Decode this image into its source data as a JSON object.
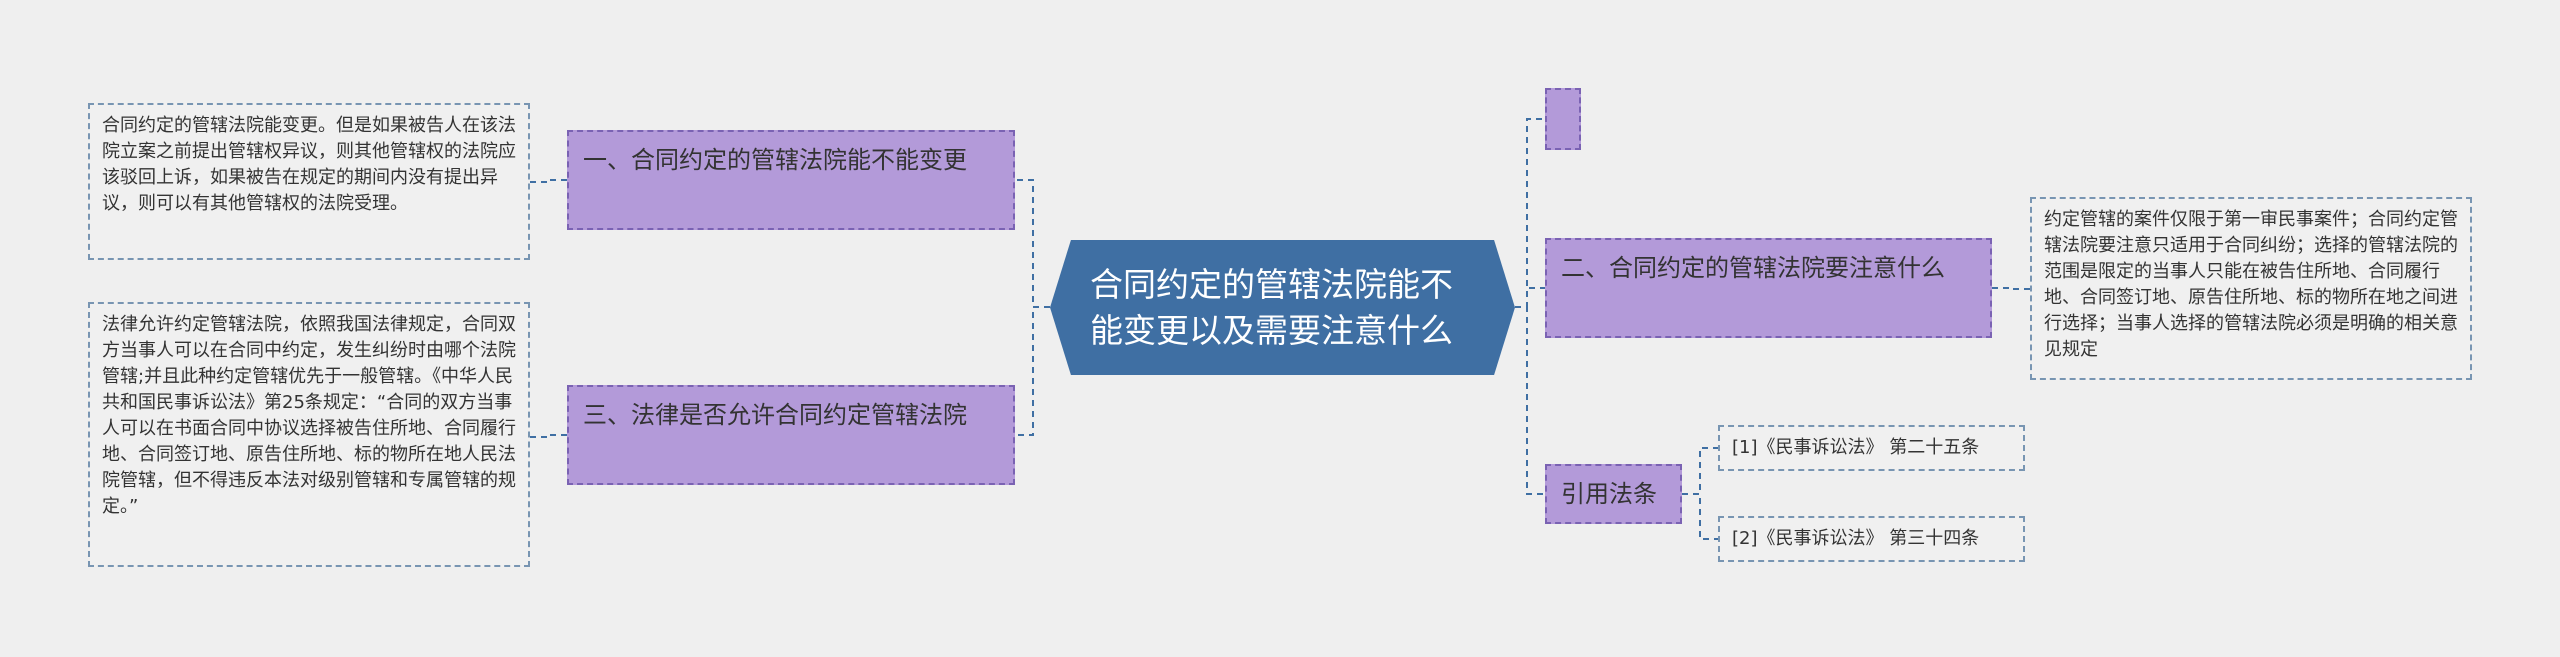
{
  "root": {
    "title": "合同约定的管辖法院能不能变更以及需要注意什么"
  },
  "topics": {
    "t1": {
      "label": "一、合同约定的管辖法院能不能变更"
    },
    "t2": {
      "label": "二、合同约定的管辖法院要注意什么"
    },
    "t3": {
      "label": "三、法律是否允许合同约定管辖法院"
    },
    "t4": {
      "label": "引用法条"
    },
    "t5": {
      "label": ""
    }
  },
  "leaves": {
    "l1": "合同约定的管辖法院能变更。但是如果被告人在该法院立案之前提出管辖权异议，则其他管辖权的法院应该驳回上诉，如果被告在规定的期间内没有提出异议，则可以有其他管辖权的法院受理。",
    "l2": "约定管辖的案件仅限于第一审民事案件；合同约定管辖法院要注意只适用于合同纠纷；选择的管辖法院的范围是限定的当事人只能在被告住所地、合同履行地、合同签订地、原告住所地、标的物所在地之间进行选择；当事人选择的管辖法院必须是明确的相关意见规定",
    "l3": "法律允许约定管辖法院，依照我国法律规定，合同双方当事人可以在合同中约定，发生纠纷时由哪个法院管辖;并且此种约定管辖优先于一般管辖。《中华人民共和国民事诉讼法》第25条规定：“合同的双方当事人可以在书面合同中协议选择被告住所地、合同履行地、合同签订地、原告住所地、标的物所在地人民法院管辖，但不得违反本法对级别管辖和专属管辖的规定。”",
    "ref1": "[1]《民事诉讼法》 第二十五条",
    "ref2": "[2]《民事诉讼法》 第三十四条"
  },
  "colors": {
    "background": "#efefef",
    "root_fill": "#3f6fa3",
    "topic_fill": "#b39ad9",
    "topic_border": "#7a62b3",
    "leaf_fill": "#f0f0f0",
    "leaf_border": "#7895b2",
    "connector": "#3f6fa3"
  }
}
